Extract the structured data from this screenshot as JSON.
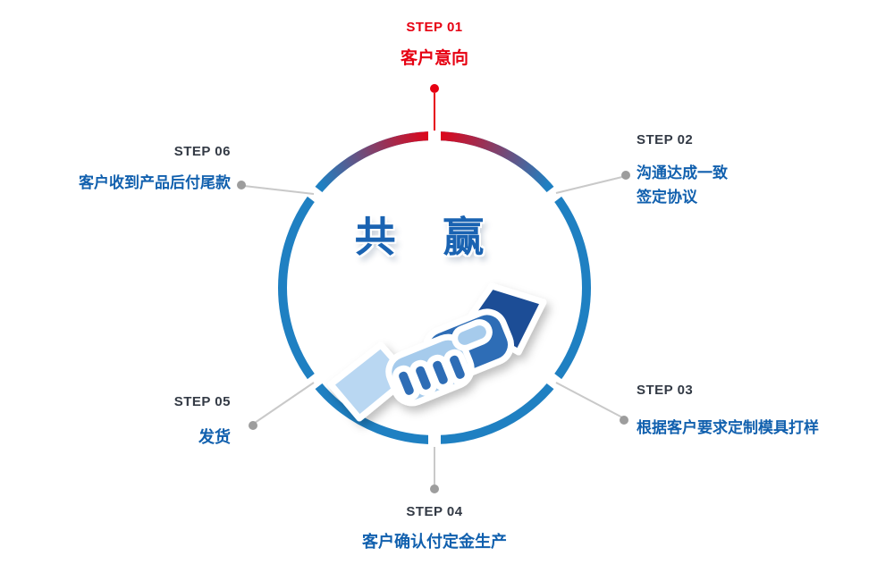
{
  "diagram": {
    "center_title": "共 赢",
    "steps": [
      {
        "label": "STEP 01",
        "desc": "客户意向"
      },
      {
        "label": "STEP 02",
        "desc": "沟通达成一致\n签定协议"
      },
      {
        "label": "STEP 03",
        "desc": "根据客户要求定制模具打样"
      },
      {
        "label": "STEP 04",
        "desc": "客户确认付定金生产"
      },
      {
        "label": "STEP 05",
        "desc": "发货"
      },
      {
        "label": "STEP 06",
        "desc": "客户收到产品后付尾款"
      }
    ],
    "colors": {
      "ring_blue": "#1f80c2",
      "highlight_red": "#e60012",
      "step_label": "#333a45",
      "step_desc_blue": "#1160ae",
      "connector_gray": "#c9c9c9",
      "dot_gray": "#9d9d9d",
      "hand_dark_blue": "#1b4e96",
      "hand_mid_blue": "#2e6db6",
      "hand_light_blue": "#a6cbec"
    }
  }
}
